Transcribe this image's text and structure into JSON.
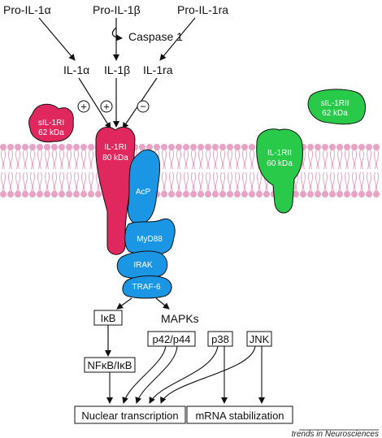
{
  "ligands": {
    "pro_il1a": "Pro-IL-1α",
    "pro_il1b": "Pro-IL-1β",
    "pro_il1ra": "Pro-IL-1ra",
    "caspase": "Caspase 1",
    "il1a": "IL-1α",
    "il1b": "IL-1β",
    "il1ra": "IL-1ra"
  },
  "signs": {
    "a": "+",
    "b": "+",
    "c": "−"
  },
  "proteins": {
    "sil1ri_line1": "sIL-1RI",
    "sil1ri_line2": "62 kDa",
    "il1ri_line1": "IL-1RI",
    "il1ri_line2": "80 kDa",
    "acp": "AcP",
    "myd88": "MyD88",
    "irak": "IRAK",
    "traf6": "TRAF-6",
    "il1rii_line1": "IL-1RII",
    "il1rii_line2": "60 kDa",
    "sil1rii_line1": "sIL-1RII",
    "sil1rii_line2": "62 kDa"
  },
  "pathway": {
    "ikb": "IκB",
    "mapks": "MAPKs",
    "p42": "p42/p44",
    "p38": "p38",
    "jnk": "JNK",
    "nfkb": "NFκB/IκB",
    "nuclear": "Nuclear transcription",
    "mrna": "mRNA stabilization"
  },
  "credit": "trends in Neurosciences",
  "colors": {
    "il1ri": "#e0285f",
    "adaptor": "#1a96e4",
    "il1rii": "#29c94a",
    "membrane": "#e8a2c4"
  }
}
